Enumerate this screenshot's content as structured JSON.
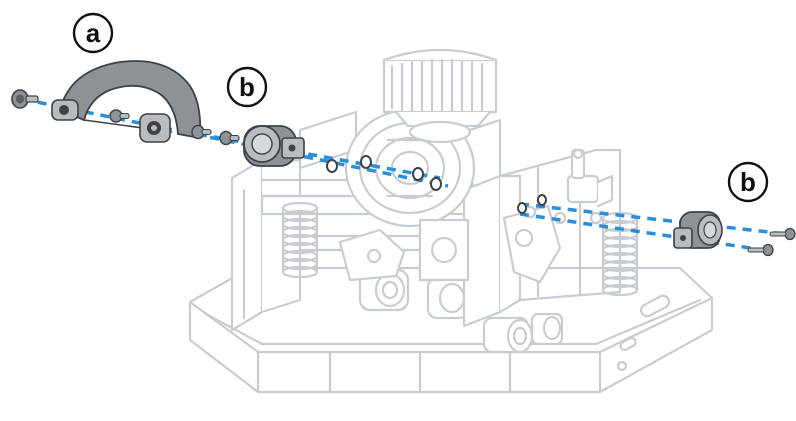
{
  "callouts": {
    "a": "a",
    "b_left": "b",
    "b_right": "b"
  },
  "colors": {
    "assembly_line": "#c9cdd1",
    "assembly_fill": "#ffffff",
    "part_fill": "#8d9296",
    "part_light": "#b9bdc0",
    "part_dark": "#3e4246",
    "axis_line": "#2a8fd6",
    "callout_stroke": "#111111",
    "callout_fill": "#ffffff"
  }
}
